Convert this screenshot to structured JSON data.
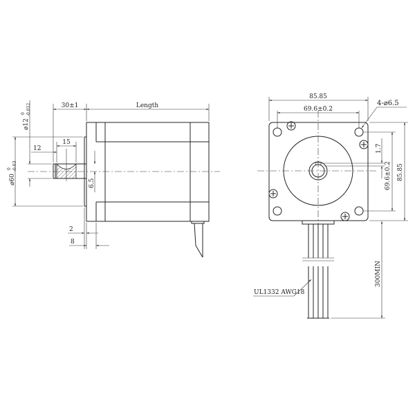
{
  "side_view": {
    "dim_shaft_length": "30±1",
    "dim_length": "Length",
    "dim_shaft_dia": "⌀12",
    "dim_shaft_dia_tol_upper": "0",
    "dim_shaft_dia_tol_lower": "-0.012",
    "dim_pilot_dia": "⌀60",
    "dim_pilot_dia_tol_upper": "0",
    "dim_pilot_dia_tol_lower": "-0.03",
    "dim_flat_offset": "12",
    "dim_flat_length": "15",
    "dim_flat_depth": "6.5",
    "dim_pilot_height": "2",
    "dim_flange": "8"
  },
  "front_view": {
    "dim_width": "85.85",
    "dim_hole_spacing": "69.6±0.2",
    "dim_holes": "4-⌀6.5",
    "dim_key": "1.7",
    "dim_hole_spacing_v": "69.6±0.2",
    "dim_height": "85.85",
    "dim_lead_length": "300MIN",
    "lead_label": "UL1332 AWG18"
  }
}
